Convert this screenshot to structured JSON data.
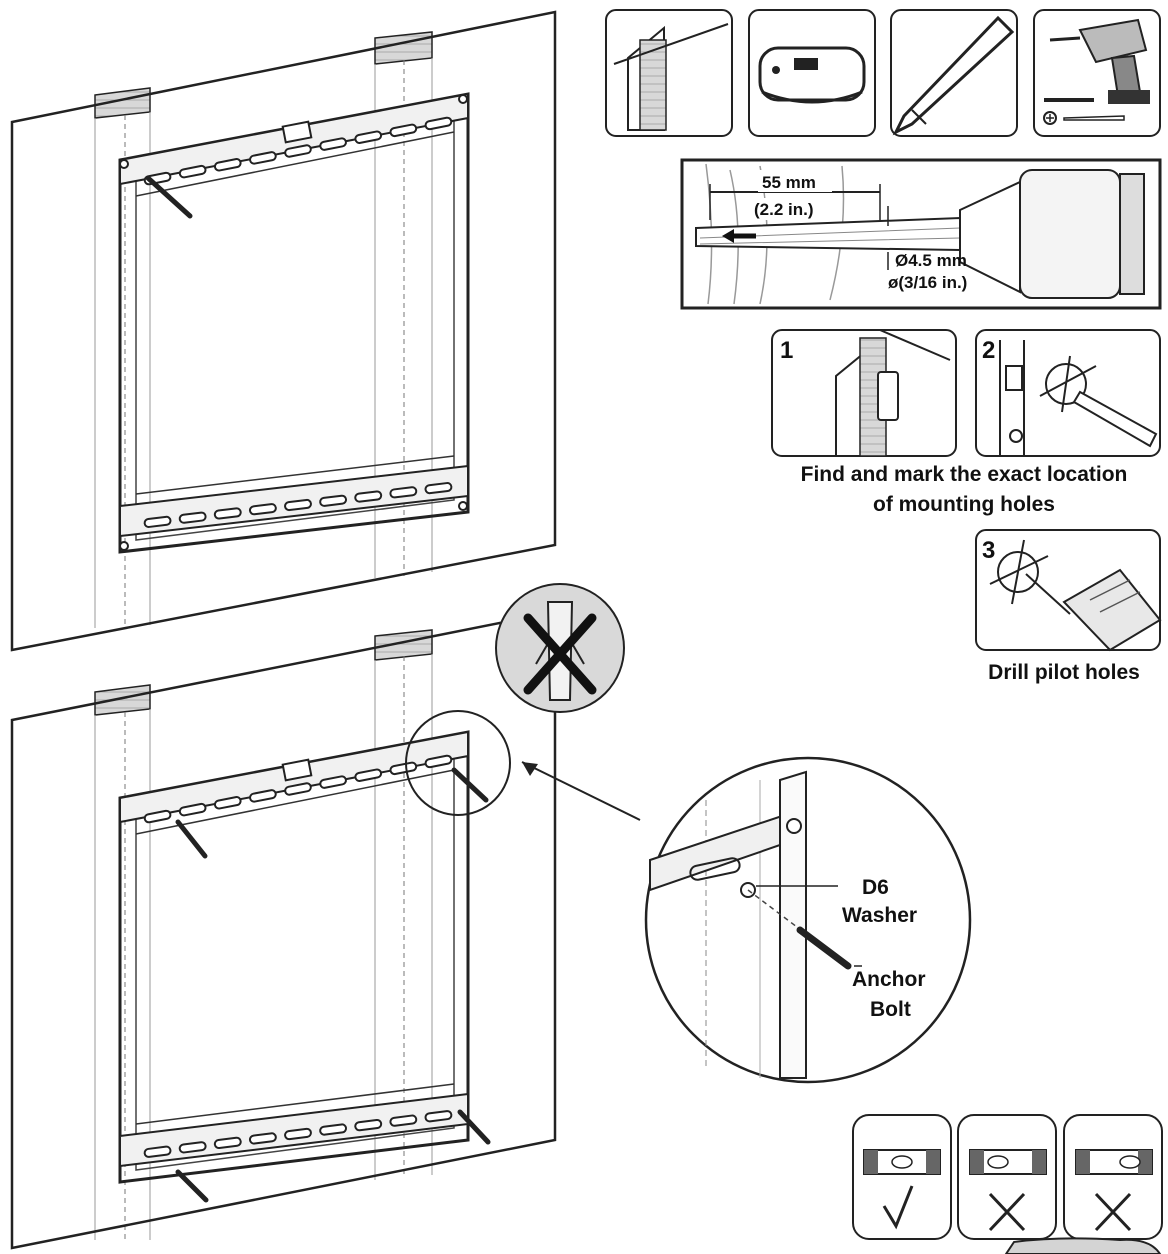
{
  "drill_spec": {
    "depth_mm": "55 mm",
    "depth_in": "(2.2 in.)",
    "diameter_mm": "Ø4.5 mm",
    "diameter_in": "ø(3/16 in.)"
  },
  "steps": [
    {
      "number": "1"
    },
    {
      "number": "2"
    },
    {
      "number": "3"
    }
  ],
  "captions": {
    "find_mark_line1": "Find and mark the exact location",
    "find_mark_line2": "of mounting holes",
    "drill_pilot": "Drill pilot holes"
  },
  "callout": {
    "washer_line1": "D6",
    "washer_line2": "Washer",
    "bolt_line1": "Anchor",
    "bolt_line2": "Bolt"
  },
  "tools": [
    {
      "icon": "stud-icon"
    },
    {
      "icon": "stud-finder-icon"
    },
    {
      "icon": "pencil-icon"
    },
    {
      "icon": "drill-icon"
    }
  ],
  "level_checks": [
    {
      "icon": "check-icon",
      "state": "correct"
    },
    {
      "icon": "cross-icon",
      "state": "wrong"
    },
    {
      "icon": "cross-icon",
      "state": "wrong"
    }
  ],
  "colors": {
    "ink": "#111111",
    "panel": "#ffffff",
    "shade": "#cfcfcf"
  }
}
